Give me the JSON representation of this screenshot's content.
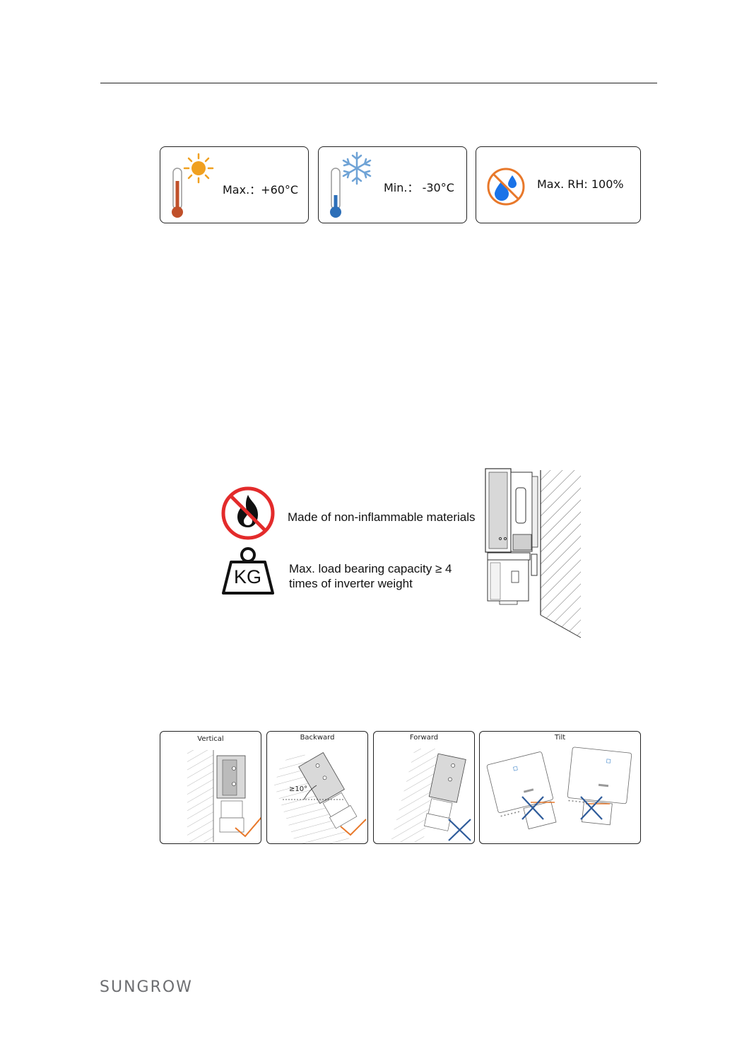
{
  "environment": {
    "max_temp": "Max.：+60°C",
    "min_temp": "Min.：  -30°C",
    "max_rh": "Max. RH: 100%"
  },
  "mounting": {
    "non_flammable": "Made of non-inflammable materials",
    "load_line1": "Max. load bearing capacity ≥ 4",
    "load_line2": "times of inverter weight",
    "kg_label": "KG"
  },
  "orientation": {
    "vertical": "Vertical",
    "backward": "Backward",
    "forward": "Forward",
    "tilt": "Tilt",
    "angle": "≥10°"
  },
  "colors": {
    "accent_orange": "#e8782a",
    "cross_blue": "#2e5b9a",
    "sun": "#f0a020",
    "snow": "#6fa3d6",
    "thermo_hot": "#c0502a",
    "thermo_cold": "#2d6fb8",
    "prohibit_red": "#e32b2b",
    "drop_blue": "#1a73e8"
  },
  "footer": {
    "logo": "SUNGROW"
  }
}
